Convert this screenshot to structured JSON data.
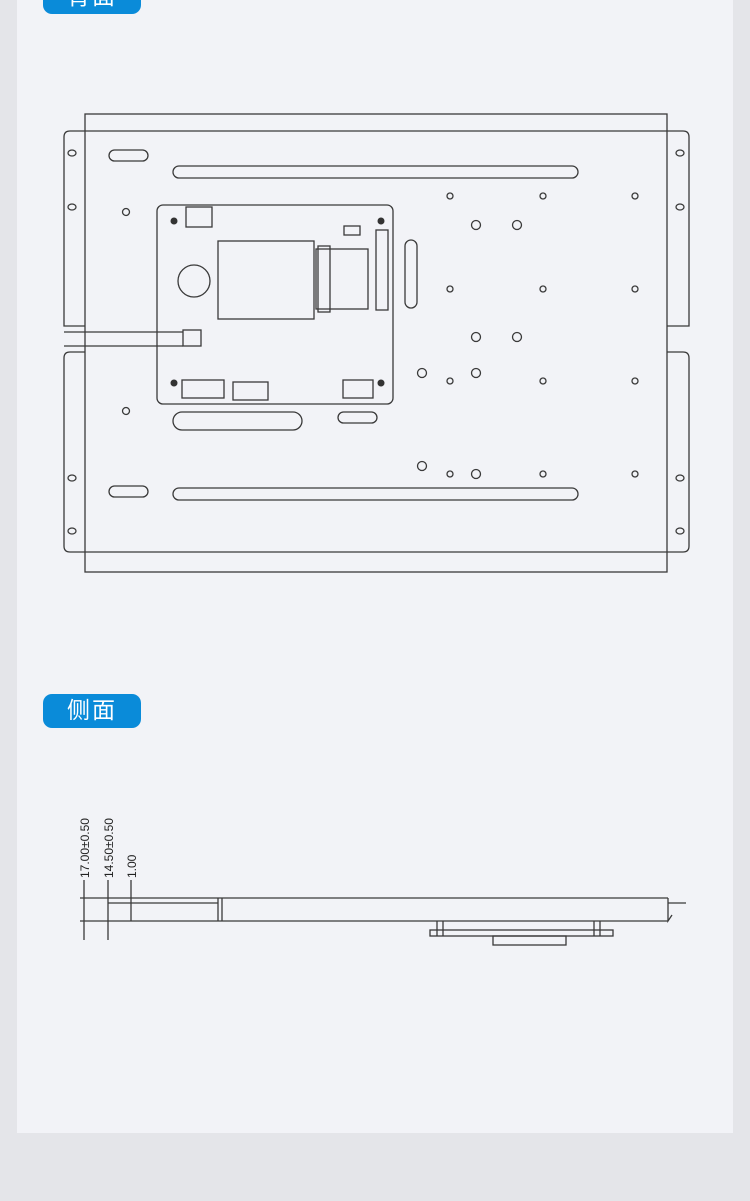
{
  "sections": {
    "back": {
      "label": "背面"
    },
    "side": {
      "label": "侧面"
    }
  },
  "dimensions": {
    "total_thickness": "17.00±0.50",
    "body_thickness": "14.50±0.50",
    "panel_thickness": "1.00"
  },
  "colors": {
    "badge": "#0a8bd9",
    "panel": "#f2f3f7",
    "page": "#e4e5e9"
  }
}
